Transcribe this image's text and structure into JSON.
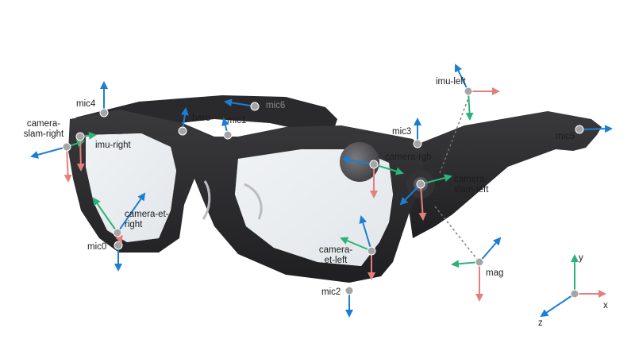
{
  "colors": {
    "x_axis": "#e67f7b",
    "y_axis": "#2cb37a",
    "z_axis": "#1a7fd4",
    "frame": "#2c2c2e",
    "point": "#a5a5a5",
    "label_text": "#1c1c1c",
    "muted_label_text": "#8a8a8a"
  },
  "labels": {
    "mic4": "mic4",
    "mic6": "mic6",
    "baro": "baro",
    "mic1": "mic1",
    "camera_slam_right_1": "camera-",
    "camera_slam_right_2": "slam-right",
    "imu_right": "imu-right",
    "camera_et_right_1": "camera-et-",
    "camera_et_right_2": "right",
    "mic0": "mic0",
    "mic3": "mic3",
    "camera_rgb": "camera-rgb",
    "imu_left": "imu-left",
    "mic5": "mic5",
    "camera_slam_left_1": "camera-",
    "camera_slam_left_2": "slam-left",
    "camera_et_left_1": "camera-",
    "camera_et_left_2": "et-left",
    "mic2": "mic2",
    "mag": "mag"
  },
  "legend": {
    "x": "x",
    "y": "y",
    "z": "z"
  }
}
